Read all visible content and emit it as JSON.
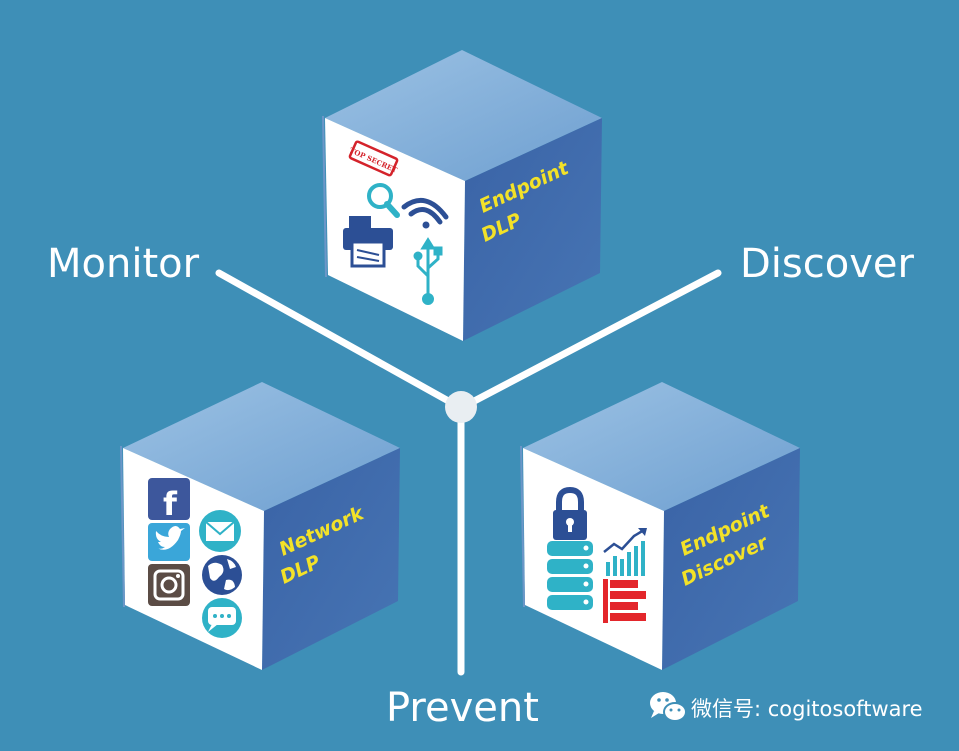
{
  "labels": {
    "monitor": "Monitor",
    "discover": "Discover",
    "prevent": "Prevent"
  },
  "cubes": [
    {
      "id": "endpoint-dlp",
      "line1": "Endpoint",
      "line2": "DLP",
      "icons": [
        "top-secret-search-icon",
        "wifi-icon",
        "printer-icon",
        "usb-icon"
      ]
    },
    {
      "id": "network-dlp",
      "line1": "Network",
      "line2": "DLP",
      "icons": [
        "facebook-icon",
        "email-icon",
        "twitter-icon",
        "globe-icon",
        "instagram-icon",
        "chat-icon"
      ]
    },
    {
      "id": "endpoint-discover",
      "line1": "Endpoint",
      "line2": "Discover",
      "icons": [
        "lock-icon",
        "chart-growth-icon",
        "database-server-icon",
        "document-list-icon"
      ]
    }
  ],
  "watermark": {
    "text": "微信号: cogitosoftware",
    "icon": "wechat-icon"
  },
  "icon_text": {
    "stamp": "TOP SECRET"
  },
  "colors": {
    "background": "#3e8fb7",
    "cube_front": "#ffffff",
    "cube_side": "#3d69ab",
    "cube_top": "#82aed6",
    "caption": "#f3e228",
    "connector": "#ffffff"
  }
}
